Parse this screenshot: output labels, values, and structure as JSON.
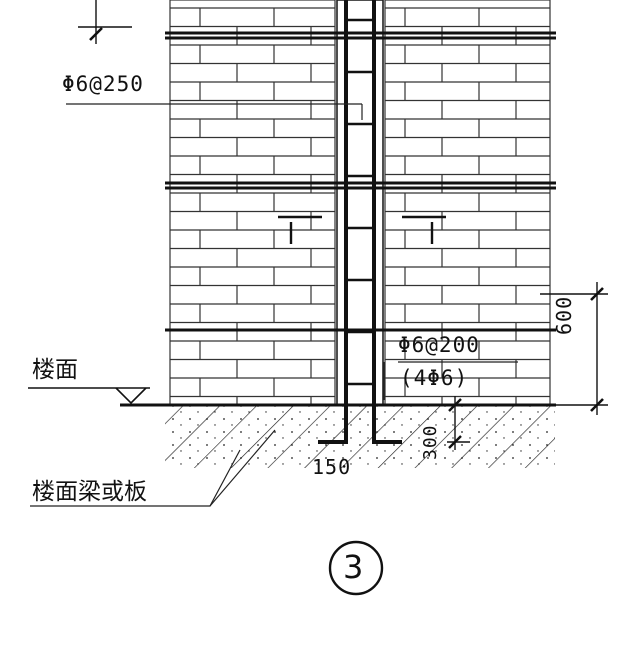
{
  "labels": {
    "rebar_upper": "Φ6@250",
    "rebar_lower": "Φ6@200",
    "rebar_lower_count": "(4Φ6)",
    "floor": "楼面",
    "beam_or_slab": "楼面梁或板",
    "dim_600": "600",
    "dim_300": "300",
    "dim_150": "150",
    "section_mark_left": "1",
    "section_mark_right": "1",
    "detail_number": "3"
  }
}
